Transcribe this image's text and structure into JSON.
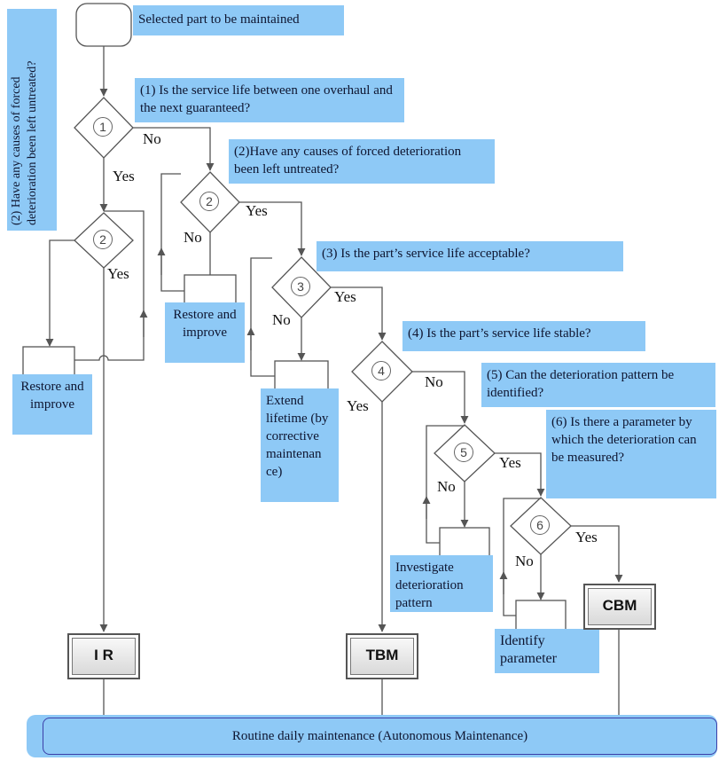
{
  "start_label": "Selected part to be maintained",
  "questions": {
    "q1": "(1) Is the service life between one overhaul and the next guaranteed?",
    "q2_side": "(2) Have any causes of forced deterioration been left untreated?",
    "q2": "(2)Have any causes of forced deterioration been left untreated?",
    "q3": "(3) Is the part’s service life acceptable?",
    "q4": "(4) Is the part’s service life stable?",
    "q5": "(5) Can the deterioration pattern be identified?",
    "q6": "(6) Is there a parameter by which the deterioration can be measured?"
  },
  "decision_numbers": {
    "d1": "1",
    "d2": "2",
    "d3": "3",
    "d4": "4",
    "d5": "5",
    "d6": "6"
  },
  "branches": {
    "yes": "Yes",
    "no": "No"
  },
  "actions": {
    "restore_left": "Restore and improve",
    "restore_mid": "Restore and improve",
    "extend": "Extend lifetime (by corrective maintenan ce)",
    "investigate": "Investigate deterioration pattern",
    "identify": "Identify parameter"
  },
  "outcomes": {
    "ir": "I R",
    "tbm": "TBM",
    "cbm": "CBM"
  },
  "footer": "Routine daily maintenance (Autonomous Maintenance)",
  "colors": {
    "label_bg": "#8ec9f6",
    "line": "#555555",
    "footer_border": "#3b3ea8"
  }
}
